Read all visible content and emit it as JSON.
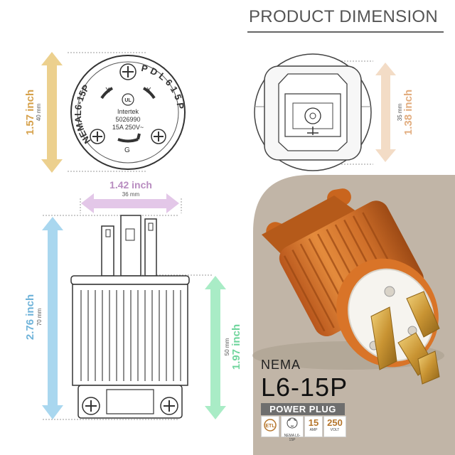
{
  "header": {
    "title": "PRODUCT DIMENSION"
  },
  "face_view": {
    "label_left": "NEMAL6-15P",
    "label_right": "PDL615P",
    "marks": {
      "x_left": "X",
      "x_right": "X",
      "g": "G"
    },
    "cert": "Intertek",
    "cert_number": "5026990",
    "rating": "15A 250V~"
  },
  "dimensions": {
    "face_height": {
      "inch": "1.57 inch",
      "mm": "40 mm"
    },
    "top_diameter": {
      "inch": "1.38 inch",
      "mm": "35 mm"
    },
    "width": {
      "inch": "1.42 inch",
      "mm": "36 mm"
    },
    "total_length": {
      "inch": "2.76 inch",
      "mm": "70 mm"
    },
    "body_length": {
      "inch": "1.97 inch",
      "mm": "50 mm"
    }
  },
  "badge": {
    "brand": "NEMA",
    "model": "L6-15P",
    "category": "POWER PLUG",
    "chips": [
      {
        "code": "NEMA L6-15P"
      },
      {
        "value": "15",
        "unit": "AMP"
      },
      {
        "value": "250",
        "unit": "VOLT"
      }
    ]
  },
  "colors": {
    "yellow_arrow": "#ecd08e",
    "peach_arrow": "#f3dcc6",
    "lilac_arrow": "#e3c7e8",
    "blue_arrow": "#a9d7ef",
    "green_arrow": "#a9ecc6",
    "panel_bg": "#c1b5a7",
    "plug_orange": "#db7a2b",
    "blade_gold": "#d6a53c"
  }
}
